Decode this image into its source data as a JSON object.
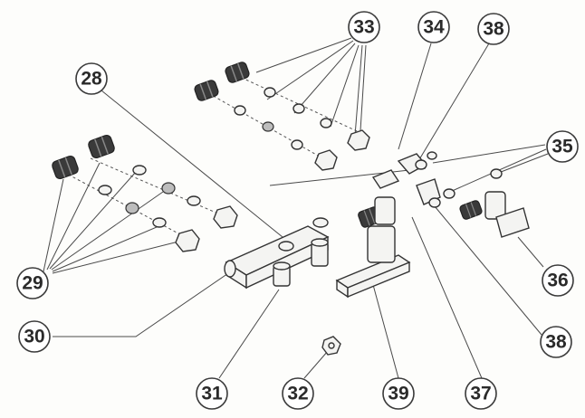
{
  "callouts": {
    "c28": "28",
    "c29": "29",
    "c30": "30",
    "c31": "31",
    "c32": "32",
    "c33": "33",
    "c34": "34",
    "c35": "35",
    "c36": "36",
    "c37": "37",
    "c38a": "38",
    "c38b": "38",
    "c39": "39"
  }
}
